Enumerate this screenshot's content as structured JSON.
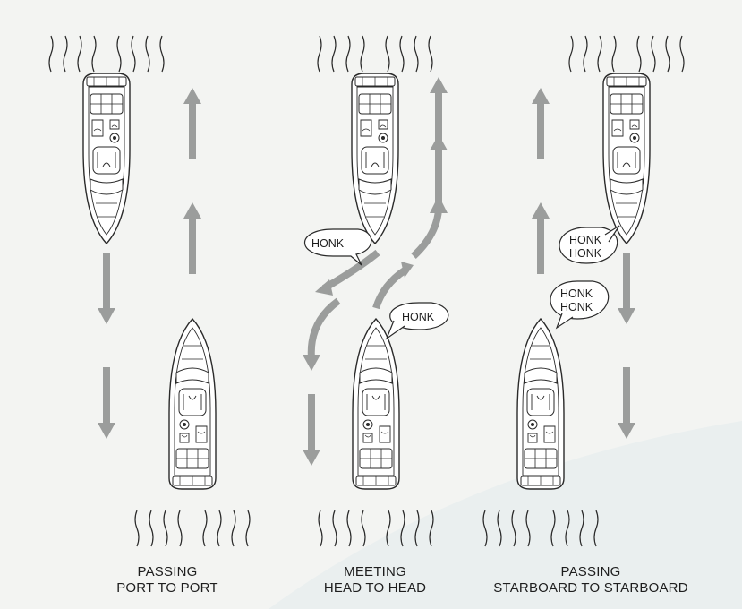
{
  "diagrams": [
    {
      "caption_line1": "PASSING",
      "caption_line2": "PORT TO PORT"
    },
    {
      "caption_line1": "MEETING",
      "caption_line2": "HEAD TO HEAD"
    },
    {
      "caption_line1": "PASSING",
      "caption_line2": "STARBOARD TO STARBOARD"
    }
  ],
  "bubbles": {
    "head_left": "HONK",
    "head_right": "HONK",
    "starboard_top_line1": "HONK",
    "starboard_top_line2": "HONK",
    "starboard_bottom_line1": "HONK",
    "starboard_bottom_line2": "HONK"
  },
  "colors": {
    "arrow": "#9b9d9c",
    "line": "#2a2a2a",
    "background": "#f3f4f2"
  }
}
